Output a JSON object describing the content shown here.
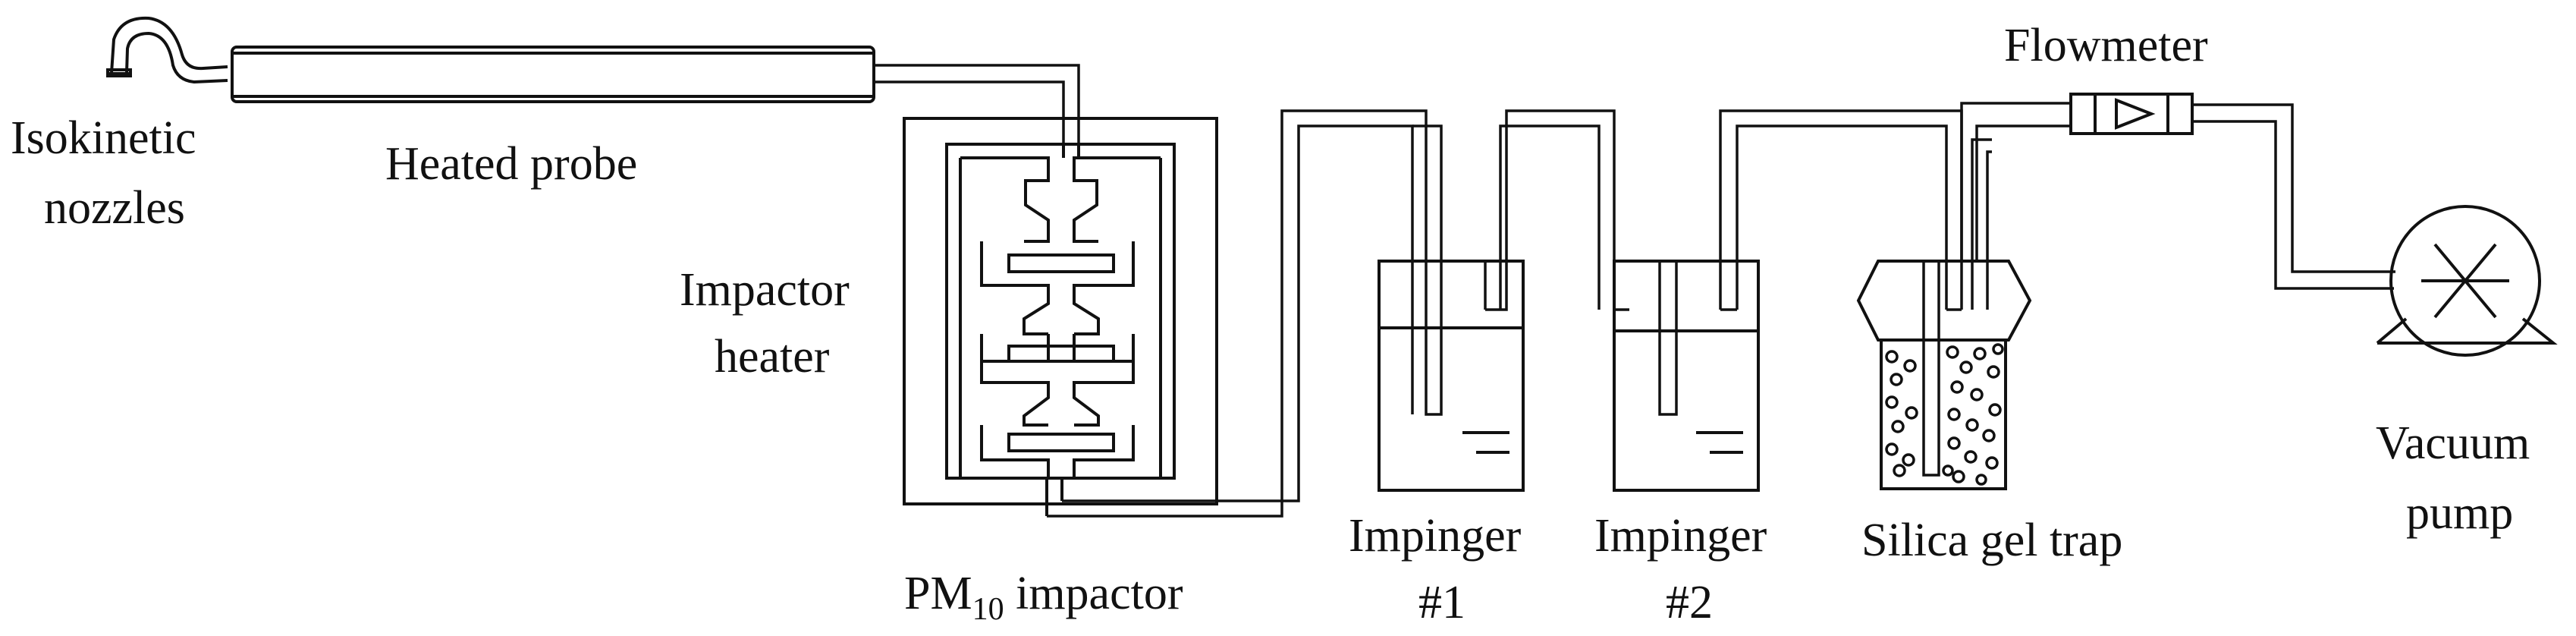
{
  "labels": {
    "nozzles_line1": "Isokinetic",
    "nozzles_line2": "nozzles",
    "probe": "Heated probe",
    "heater_line1": "Impactor",
    "heater_line2": "heater",
    "impactor_prefix": "PM",
    "impactor_subscript": "10",
    "impactor_suffix": " impactor",
    "impinger1_line1": "Impinger",
    "impinger1_line2": "#1",
    "impinger2_line1": "Impinger",
    "impinger2_line2": "#2",
    "silica": "Silica gel trap",
    "flowmeter": "Flowmeter",
    "pump_line1": "Vacuum",
    "pump_line2": "pump"
  },
  "colors": {
    "line": "#111111",
    "background": "#ffffff"
  }
}
